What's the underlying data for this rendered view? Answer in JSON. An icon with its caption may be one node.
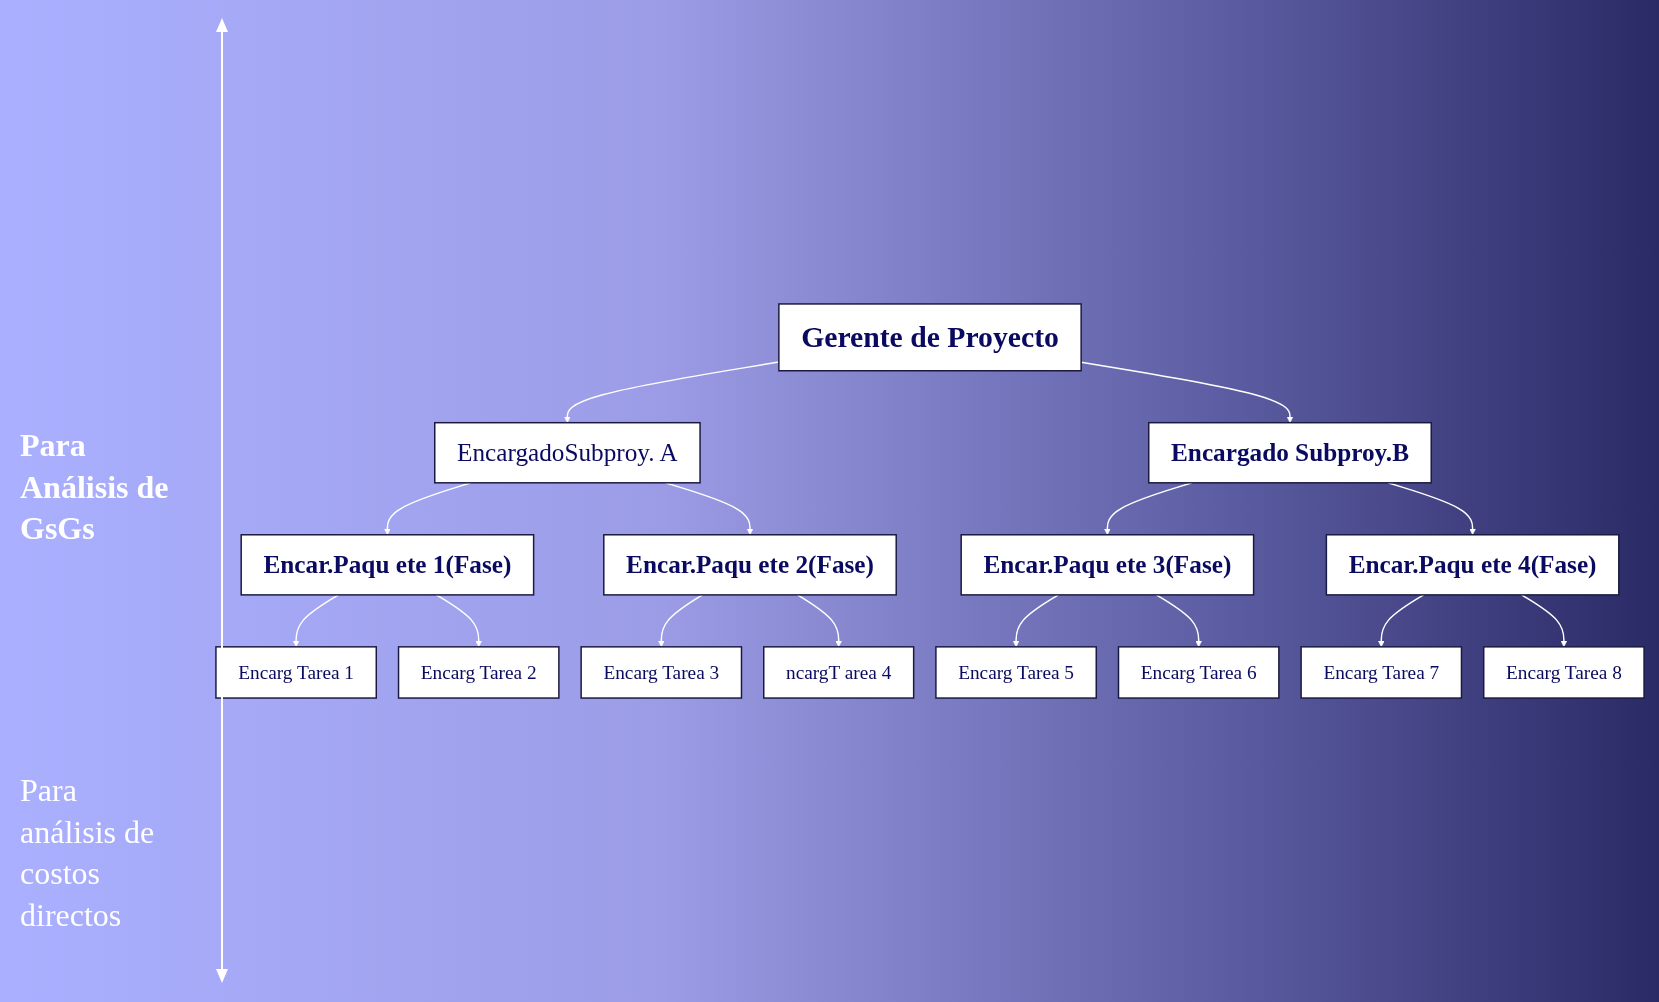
{
  "diagram": {
    "nodes": [
      {
        "text": [
          "Gerente de Proyecto"
        ]
      },
      {
        "text": [
          "EncargadoSubproy. A"
        ]
      },
      {
        "text": [
          "Encargado Subproy.B"
        ]
      },
      {
        "text": [
          "Encar.Paqu ete 1(Fase)"
        ]
      },
      {
        "text": [
          "Encar.Paqu ete 2(Fase)"
        ]
      },
      {
        "text": [
          "Encar.Paqu ete 3(Fase)"
        ]
      },
      {
        "text": [
          "Encar.Paqu ete 4(Fase)"
        ]
      },
      {
        "text": [
          "Encarg Tarea 1"
        ]
      },
      {
        "text": [
          "Encarg Tarea 2"
        ]
      },
      {
        "text": [
          "Encarg Tarea 3"
        ]
      },
      {
        "text": [
          "ncargT area 4"
        ]
      },
      {
        "text": [
          "Encarg Tarea 5"
        ]
      },
      {
        "text": [
          "Encarg Tarea 6"
        ]
      },
      {
        "text": [
          "Encarg Tarea 7"
        ]
      },
      {
        "text": [
          "Encarg Tarea 8"
        ]
      }
    ],
    "edges": [
      {
        "from": 0,
        "to": 1,
        "arrow": "to"
      },
      {
        "from": 0,
        "to": 2,
        "arrow": "to"
      },
      {
        "from": 1,
        "to": 3,
        "arrow": "to"
      },
      {
        "from": 1,
        "to": 4,
        "arrow": "to"
      },
      {
        "from": 2,
        "to": 5,
        "arrow": "to"
      },
      {
        "from": 2,
        "to": 6,
        "arrow": "to"
      },
      {
        "from": 3,
        "to": 7,
        "arrow": "to"
      },
      {
        "from": 3,
        "to": 8,
        "arrow": "to"
      },
      {
        "from": 4,
        "to": 9,
        "arrow": "to"
      },
      {
        "from": 4,
        "to": 10,
        "arrow": "to"
      },
      {
        "from": 5,
        "to": 11,
        "arrow": "to"
      },
      {
        "from": 5,
        "to": 12,
        "arrow": "to"
      },
      {
        "from": 6,
        "to": 13,
        "arrow": "to"
      },
      {
        "from": 6,
        "to": 14,
        "arrow": "to"
      }
    ],
    "labels": [
      "Para Análisis de GsGs",
      "Para análisis de costos directos"
    ]
  }
}
